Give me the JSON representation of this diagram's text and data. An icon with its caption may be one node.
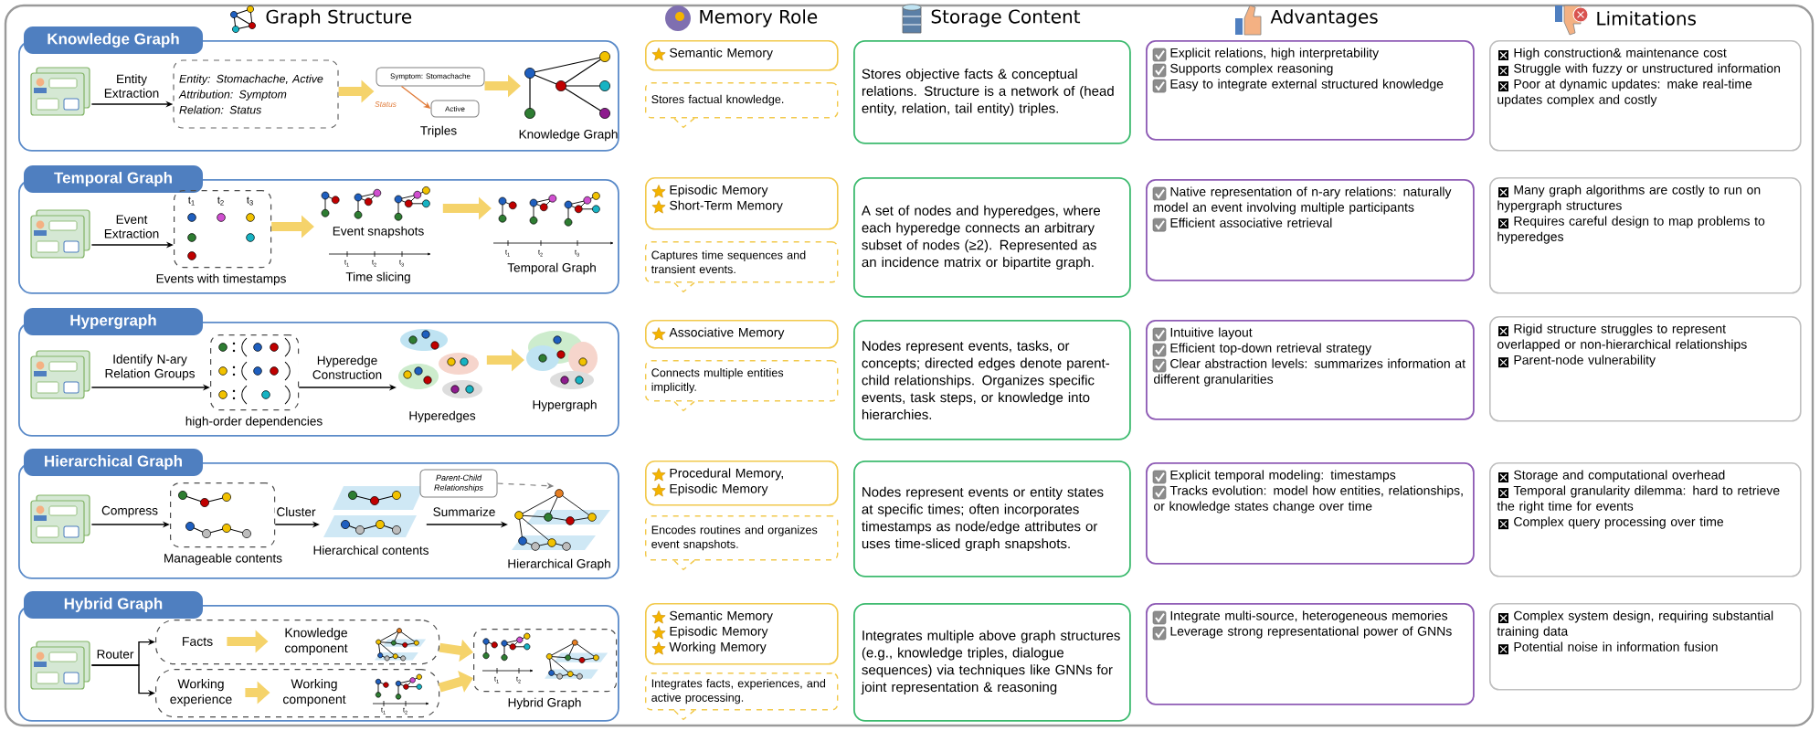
{
  "diagram": {
    "nodes": [
      {
        "text": [
          "Knowledge Graph"
        ]
      },
      {
        "text": [],
        "shape": "picture",
        "in": 0
      },
      {
        "text": [
          "Entity: Stomachache, Active",
          "Attribution: Symptom",
          "Relation: Status"
        ],
        "in": 0
      },
      {
        "text": [
          "Symptom: Stomachache"
        ],
        "in": 0
      },
      {
        "text": [
          "Active"
        ],
        "in": 0
      },
      {
        "text": [],
        "shape": "picture",
        "beside": [
          "Knowledge Graph"
        ],
        "in": 0
      },
      {
        "text": [
          "Semantic Memory"
        ]
      },
      {
        "text": [
          "Stores factual knowledge."
        ]
      },
      {
        "text": [
          "Stores objective facts & conceptual relations. Structure is a network of (head entity, relation, tail entity) triples."
        ]
      },
      {
        "text": [
          "Explicit relations, high interpretability",
          "Supports complex reasoning",
          "Easy to integrate external structured knowledge"
        ]
      },
      {
        "text": [
          "High construction& maintenance cost",
          "Struggle with fuzzy or unstructured information",
          "Poor at dynamic updates: make real-time updates complex and costly"
        ]
      },
      {
        "text": [
          "Temporal Graph"
        ]
      },
      {
        "text": [],
        "shape": "picture",
        "in": 11
      },
      {
        "text": [
          "t$_{1}$",
          "t$_{2}$",
          "t$_{3}$"
        ],
        "beside": [
          "Events with timestamps"
        ],
        "in": 11
      },
      {
        "text": [],
        "shape": "picture",
        "beside": [
          "Event snapshots"
        ],
        "in": 11
      },
      {
        "text": [],
        "shape": "picture",
        "beside": [
          "Temporal Graph"
        ],
        "in": 11
      },
      {
        "text": [
          "Episodic Memory",
          "Short-Term Memory"
        ]
      },
      {
        "text": [
          "Captures time sequences and transient events."
        ]
      },
      {
        "text": [
          "A set of nodes and hyperedges, where each hyperedge connects an arbitrary subset of nodes (≥2). Represented as an incidence matrix or bipartite graph."
        ]
      },
      {
        "text": [
          "Native representation of n-ary relations: naturally model an event involving multiple participants",
          "Efficient associative retrieval"
        ]
      },
      {
        "text": [
          "Many graph algorithms are costly to run on hypergraph structures",
          "Requires careful design to map problems to hyperedges"
        ]
      },
      {
        "text": [
          "Hypergraph"
        ]
      },
      {
        "text": [],
        "shape": "picture",
        "in": 21
      },
      {
        "text": [],
        "shape": "picture",
        "beside": [
          "high-order dependencies"
        ],
        "in": 21
      },
      {
        "text": [],
        "shape": "picture",
        "beside": [
          "Hyperedges"
        ],
        "in": 21
      },
      {
        "text": [],
        "shape": "picture",
        "beside": [
          "Hypergraph"
        ],
        "in": 21
      },
      {
        "text": [
          "Associative Memory"
        ]
      },
      {
        "text": [
          "Connects multiple entities implicitly."
        ]
      },
      {
        "text": [
          "Nodes represent events, tasks, or concepts; directed edges denote parent-child relationships. Organizes specific events, task steps, or knowledge into hierarchies."
        ]
      },
      {
        "text": [
          "Intuitive layout",
          "Efficient top-down retrieval strategy",
          "Clear abstraction levels: summarizes information at different granularities"
        ]
      },
      {
        "text": [
          "Rigid structure struggles to represent overlapped or non-hierarchical relationships",
          "Parent-node vulnerability"
        ]
      },
      {
        "text": [
          "Hierarchical Graph"
        ]
      },
      {
        "text": [],
        "shape": "picture",
        "in": 31
      },
      {
        "text": [],
        "shape": "picture",
        "beside": [
          "Manageable contents"
        ],
        "in": 31
      },
      {
        "text": [],
        "shape": "picture",
        "beside": [
          "Hierarchical contents"
        ],
        "in": 31
      },
      {
        "text": [
          "Parent-Child Relationships"
        ],
        "in": 31
      },
      {
        "text": [],
        "shape": "picture",
        "beside": [
          "Hierarchical Graph"
        ],
        "in": 31
      },
      {
        "text": [
          "Procedural Memory,",
          "Episodic Memory"
        ]
      },
      {
        "text": [
          "Encodes routines and organizes event snapshots."
        ]
      },
      {
        "text": [
          "Nodes represent events or entity states at specific times; often incorporates timestamps as node/edge attributes or uses time-sliced graph snapshots."
        ]
      },
      {
        "text": [
          "Explicit temporal modeling: timestamps",
          "Tracks evolution: model how entities, relationships, or knowledge states change over time"
        ]
      },
      {
        "text": [
          "Storage and computational overhead",
          "Temporal granularity dilemma: hard to retrieve the right time for events",
          "Complex query processing over time"
        ]
      },
      {
        "text": [
          "Hybrid Graph"
        ]
      },
      {
        "text": [],
        "shape": "picture",
        "in": 42
      },
      {
        "text": [],
        "shape": "box",
        "in": 42
      },
      {
        "text": [
          "Facts"
        ],
        "in": 44
      },
      {
        "text": [
          "Knowledge component"
        ],
        "in": 44
      },
      {
        "text": [],
        "shape": "box",
        "in": 42
      },
      {
        "text": [
          "Working experience"
        ],
        "in": 47
      },
      {
        "text": [
          "Working component"
        ],
        "in": 47
      },
      {
        "text": [],
        "shape": "picture",
        "beside": [
          "Hybrid Graph"
        ],
        "in": 42
      },
      {
        "text": [
          "Semantic Memory",
          "Episodic Memory",
          "Working Memory"
        ]
      },
      {
        "text": [
          "Integrates facts, experiences, and active processing."
        ]
      },
      {
        "text": [
          "Integrates multiple above graph structures (e.g., knowledge triples, dialogue sequences) via techniques like GNNs for joint representation & reasoning"
        ]
      },
      {
        "text": [
          "Integrate multi-source, heterogeneous memories",
          "Leverage strong representational power of GNNs"
        ]
      },
      {
        "text": [
          "Complex system design, requiring substantial training data",
          "Potential noise in information fusion"
        ]
      }
    ],
    "edges": [
      {
        "from": 1,
        "to": 2,
        "arrow": "to",
        "label": "Entity Extraction",
        "color": "#000000"
      },
      {
        "from": 2,
        "to": 3,
        "arrow": "to",
        "style": "thick",
        "color": "#f5d36b"
      },
      {
        "from": 3,
        "to": 4,
        "arrow": "to",
        "label": "Status",
        "color": "#e07b39"
      },
      {
        "from": 3,
        "to": 5,
        "arrow": "to",
        "style": "thick",
        "color": "#f5d36b"
      },
      {
        "from": 12,
        "to": 13,
        "arrow": "to",
        "label": "Event Extraction",
        "color": "#000000"
      },
      {
        "from": 13,
        "to": 14,
        "arrow": "to",
        "style": "thick",
        "color": "#f5d36b"
      },
      {
        "from": 14,
        "to": 15,
        "arrow": "to",
        "style": "thick",
        "color": "#f5d36b"
      },
      {
        "from": 22,
        "to": 23,
        "arrow": "to",
        "label": "Identify N-ary Relation Groups",
        "color": "#000000"
      },
      {
        "from": 23,
        "to": 24,
        "arrow": "to",
        "label": "Hyperedge Construction",
        "color": "#000000"
      },
      {
        "from": 24,
        "to": 25,
        "arrow": "to",
        "style": "thick",
        "color": "#f5d36b"
      },
      {
        "from": 32,
        "to": 33,
        "arrow": "to",
        "label": "Compress",
        "color": "#000000"
      },
      {
        "from": 33,
        "to": 34,
        "arrow": "to",
        "label": "Cluster",
        "color": "#000000"
      },
      {
        "from": 34,
        "to": 36,
        "arrow": "to",
        "label": "Summarize",
        "color": "#000000"
      },
      {
        "from": 35,
        "to": 36,
        "arrow": "to",
        "style": "dashed",
        "color": "#808080"
      },
      {
        "from": 43,
        "to": 44,
        "arrow": "to",
        "label": "Router",
        "color": "#000000"
      },
      {
        "from": 43,
        "to": 47,
        "arrow": "to",
        "color": "#000000"
      },
      {
        "from": 45,
        "to": 46,
        "arrow": "to",
        "style": "thick",
        "color": "#f5d36b"
      },
      {
        "from": 48,
        "to": 49,
        "arrow": "to",
        "style": "thick",
        "color": "#f5d36b"
      },
      {
        "from": 44,
        "to": 50,
        "arrow": "to",
        "style": "thick",
        "color": "#f5d36b"
      },
      {
        "from": 47,
        "to": 50,
        "arrow": "to",
        "style": "thick",
        "color": "#f5d36b"
      }
    ],
    "labels": [
      "Graph Structure",
      "Memory Role",
      "Storage Content",
      "Advantages",
      "Limitations",
      "Triples",
      "t$_{1}$",
      "t$_{2}$",
      "t$_{3}$",
      "Time slicing",
      "t$_{1}$",
      "t$_{2}$",
      "t$_{3}$",
      "t$_{1}$",
      "t$_{2}$",
      "t$_{1}$",
      "t$_{2}$"
    ]
  }
}
